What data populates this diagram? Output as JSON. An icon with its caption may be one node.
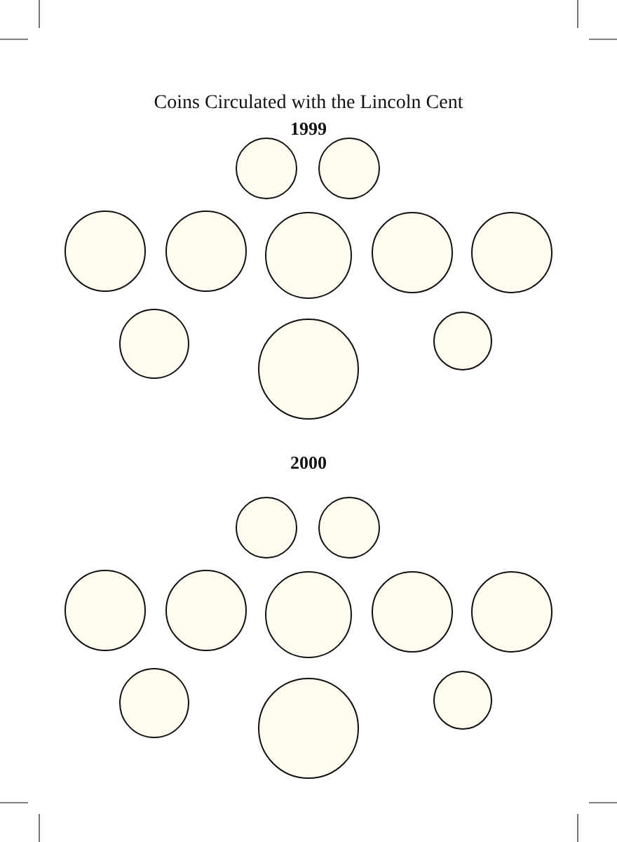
{
  "diagram": {
    "title": "Coins Circulated with the Lincoln Cent",
    "nodes": [
      {
        "text": [],
        "shape": "circle"
      },
      {
        "text": [],
        "shape": "circle"
      },
      {
        "text": [],
        "shape": "circle"
      },
      {
        "text": [],
        "shape": "circle"
      },
      {
        "text": [],
        "shape": "circle"
      },
      {
        "text": [],
        "shape": "circle"
      },
      {
        "text": [],
        "shape": "circle"
      },
      {
        "text": [],
        "shape": "circle"
      },
      {
        "text": [],
        "shape": "circle"
      },
      {
        "text": [],
        "shape": "circle"
      },
      {
        "text": [],
        "shape": "circle"
      },
      {
        "text": [],
        "shape": "circle"
      },
      {
        "text": [],
        "shape": "circle"
      },
      {
        "text": [],
        "shape": "circle"
      },
      {
        "text": [],
        "shape": "circle"
      },
      {
        "text": [],
        "shape": "circle"
      },
      {
        "text": [],
        "shape": "circle"
      },
      {
        "text": [],
        "shape": "circle"
      },
      {
        "text": [],
        "shape": "circle"
      },
      {
        "text": [],
        "shape": "circle"
      }
    ],
    "labels": [
      "1999",
      "2000"
    ]
  }
}
